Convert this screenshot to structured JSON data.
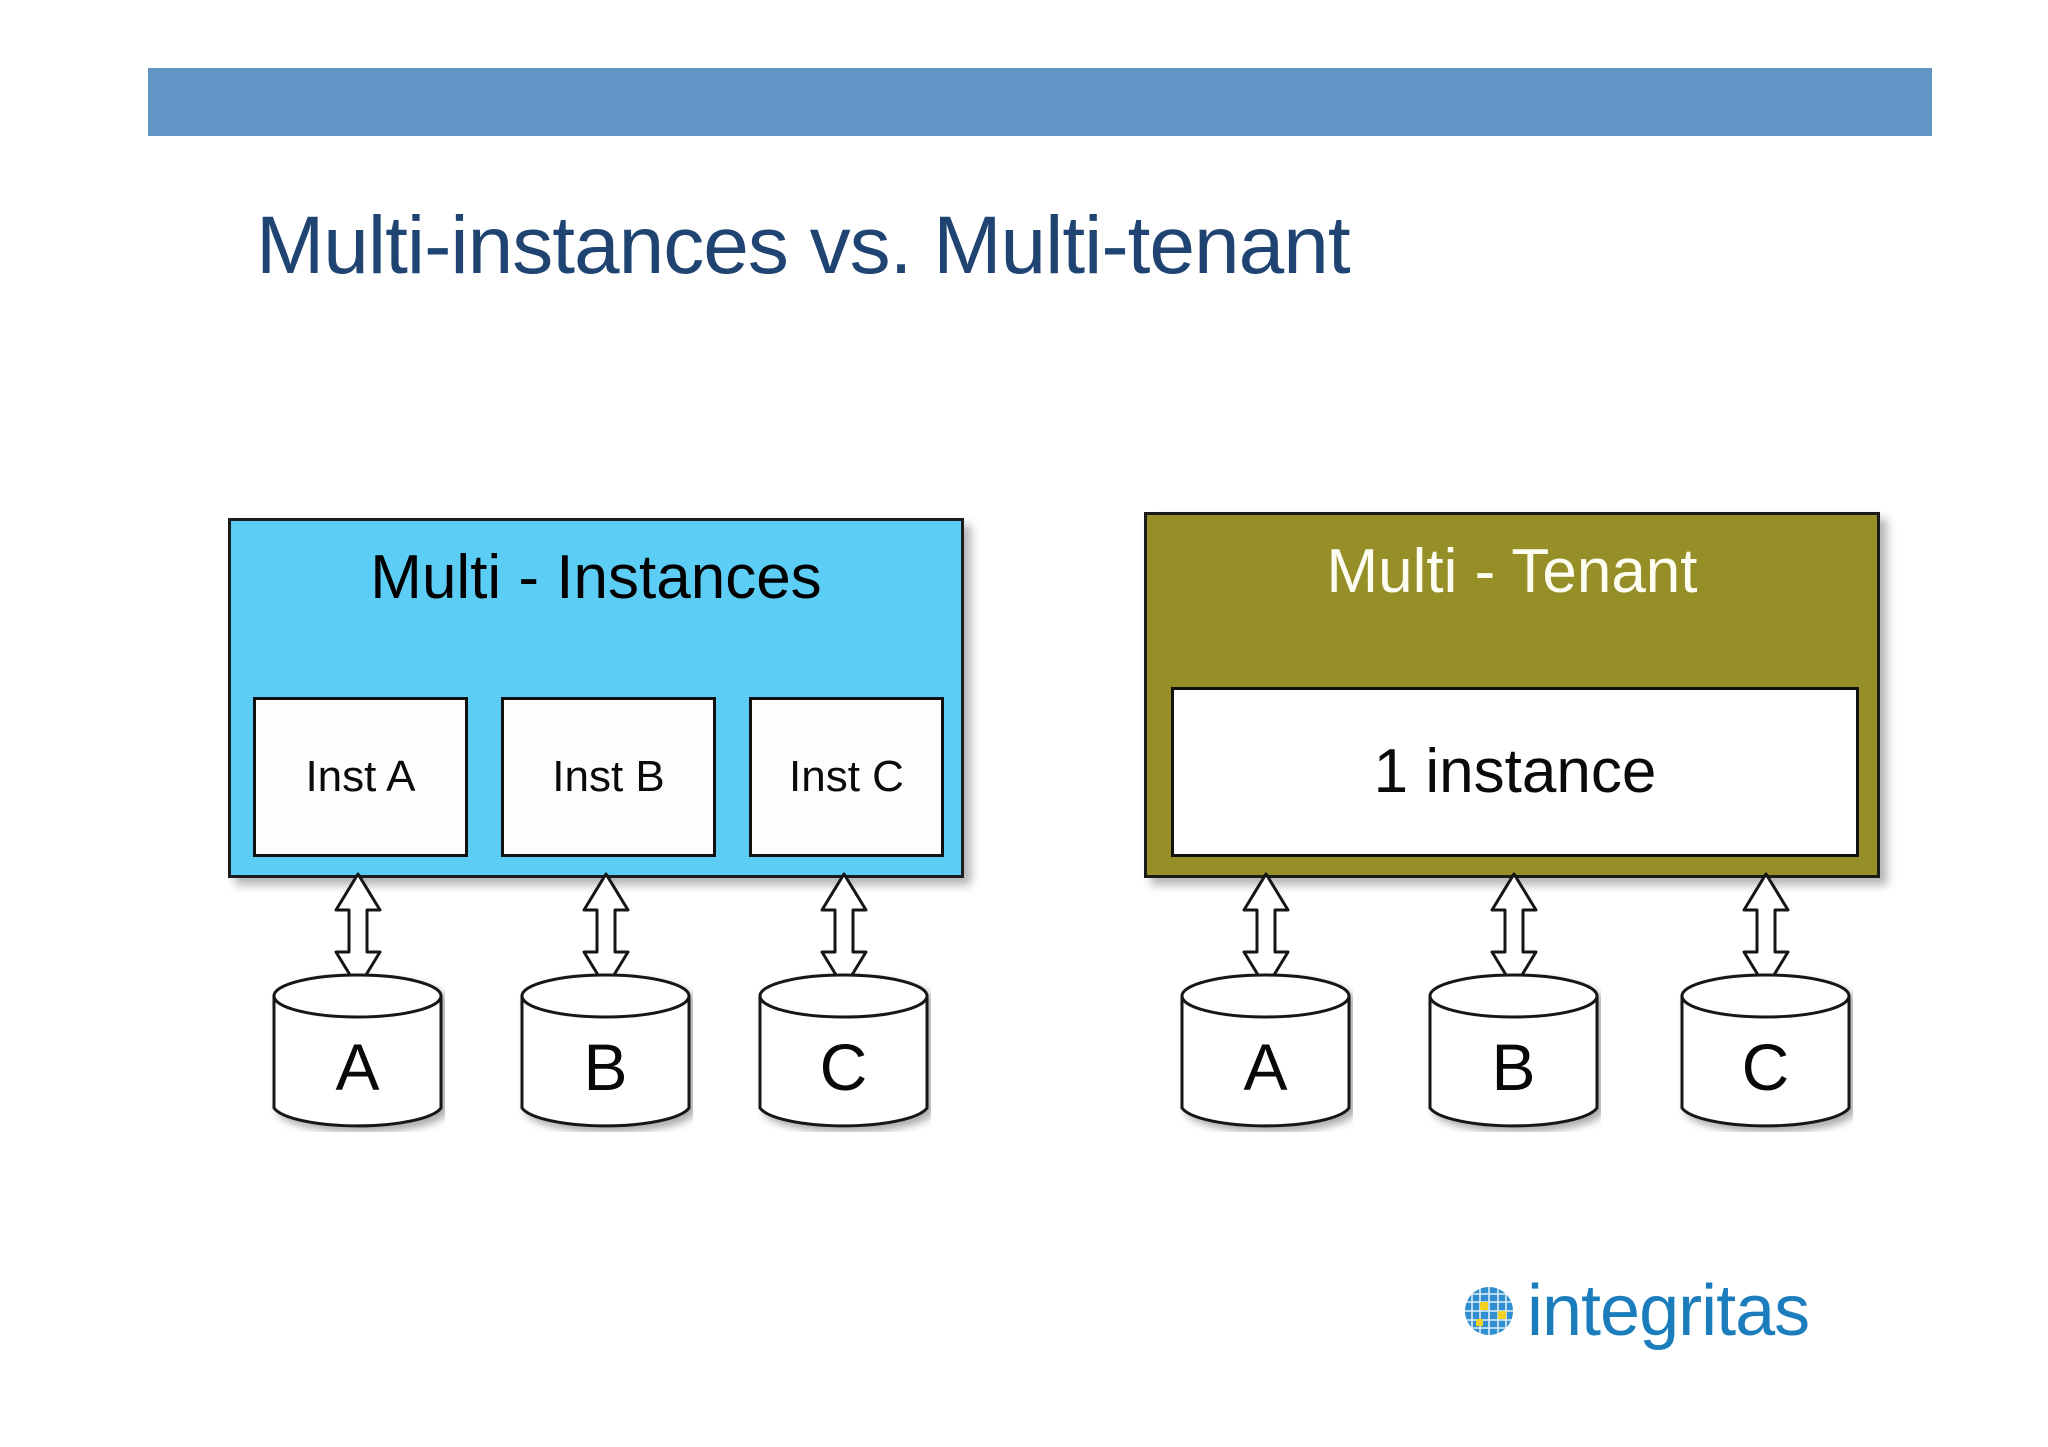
{
  "slide": {
    "title": "Multi-instances vs. Multi-tenant",
    "title_color": "#1f4472",
    "header_bar_color": "#6294c6",
    "background_color": "#ffffff"
  },
  "diagram": {
    "type": "comparison-diagram",
    "panels": [
      {
        "id": "multi-instances",
        "title": "Multi - Instances",
        "fill_color": "#5ccdf5",
        "title_color": "#000000",
        "boxes": [
          {
            "id": "inst-a",
            "label": "Inst A"
          },
          {
            "id": "inst-b",
            "label": "Inst B"
          },
          {
            "id": "inst-c",
            "label": "Inst C"
          }
        ],
        "databases": [
          {
            "id": "db-a",
            "label": "A"
          },
          {
            "id": "db-b",
            "label": "B"
          },
          {
            "id": "db-c",
            "label": "C"
          }
        ],
        "connectors": [
          {
            "from": "inst-a",
            "to": "db-a",
            "style": "double-headed-arrow"
          },
          {
            "from": "inst-b",
            "to": "db-b",
            "style": "double-headed-arrow"
          },
          {
            "from": "inst-c",
            "to": "db-c",
            "style": "double-headed-arrow"
          }
        ]
      },
      {
        "id": "multi-tenant",
        "title": "Multi - Tenant",
        "fill_color": "#968f28",
        "title_color": "#fdfdf2",
        "boxes": [
          {
            "id": "one-instance",
            "label": "1 instance"
          }
        ],
        "databases": [
          {
            "id": "db-a2",
            "label": "A"
          },
          {
            "id": "db-b2",
            "label": "B"
          },
          {
            "id": "db-c2",
            "label": "C"
          }
        ],
        "connectors": [
          {
            "from": "one-instance",
            "to": "db-a2",
            "style": "double-headed-arrow"
          },
          {
            "from": "one-instance",
            "to": "db-b2",
            "style": "double-headed-arrow"
          },
          {
            "from": "one-instance",
            "to": "db-c2",
            "style": "double-headed-arrow"
          }
        ]
      }
    ]
  },
  "logo": {
    "text": "integritas",
    "text_color": "#1c7dbd",
    "mark_color": "#2f8fd0",
    "mark_accent_color": "#f2d024",
    "mark_name": "globe-grid-icon"
  }
}
